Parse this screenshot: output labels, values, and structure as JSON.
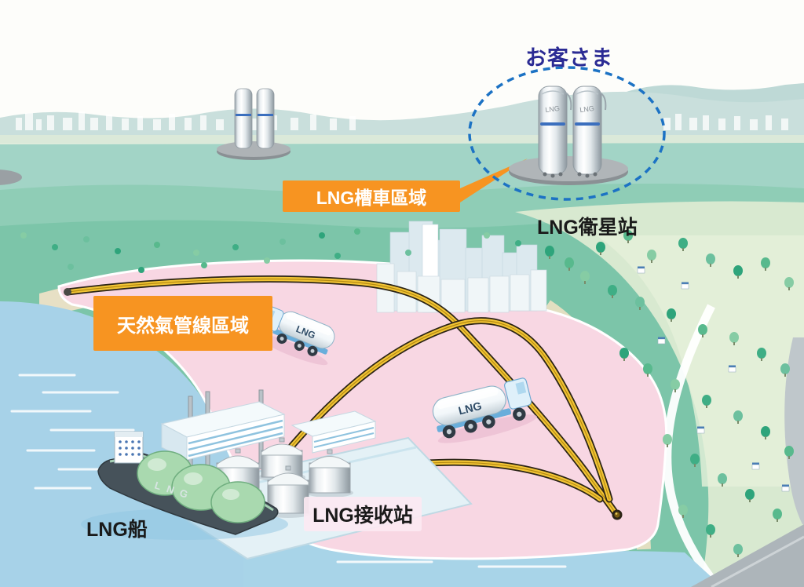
{
  "diagram": {
    "labels": {
      "customer": "お客さま",
      "tanker_truck_area": "LNG槽車區域",
      "satellite_station": "LNG衛星站",
      "pipeline_area": "天然氣管線區域",
      "lng_ship": "LNG船",
      "receiving_terminal": "LNG接收站"
    },
    "markings": {
      "truck_tank": "LNG",
      "satellite_tank": "LNG",
      "ship_hull": "LNG"
    },
    "colors": {
      "highlight_label_bg": "#F79421",
      "highlight_label_text": "#FFFFFF",
      "customer_label_text": "#2B2B94",
      "dashed_circle": "#1C72C4",
      "pipeline": "#F2C435",
      "pipeline_outline": "#2B2416",
      "pipeline_zone_fill": "#F8D7E3",
      "water": "#A7D2E8",
      "plain_label_text": "#1A1A1A"
    }
  }
}
